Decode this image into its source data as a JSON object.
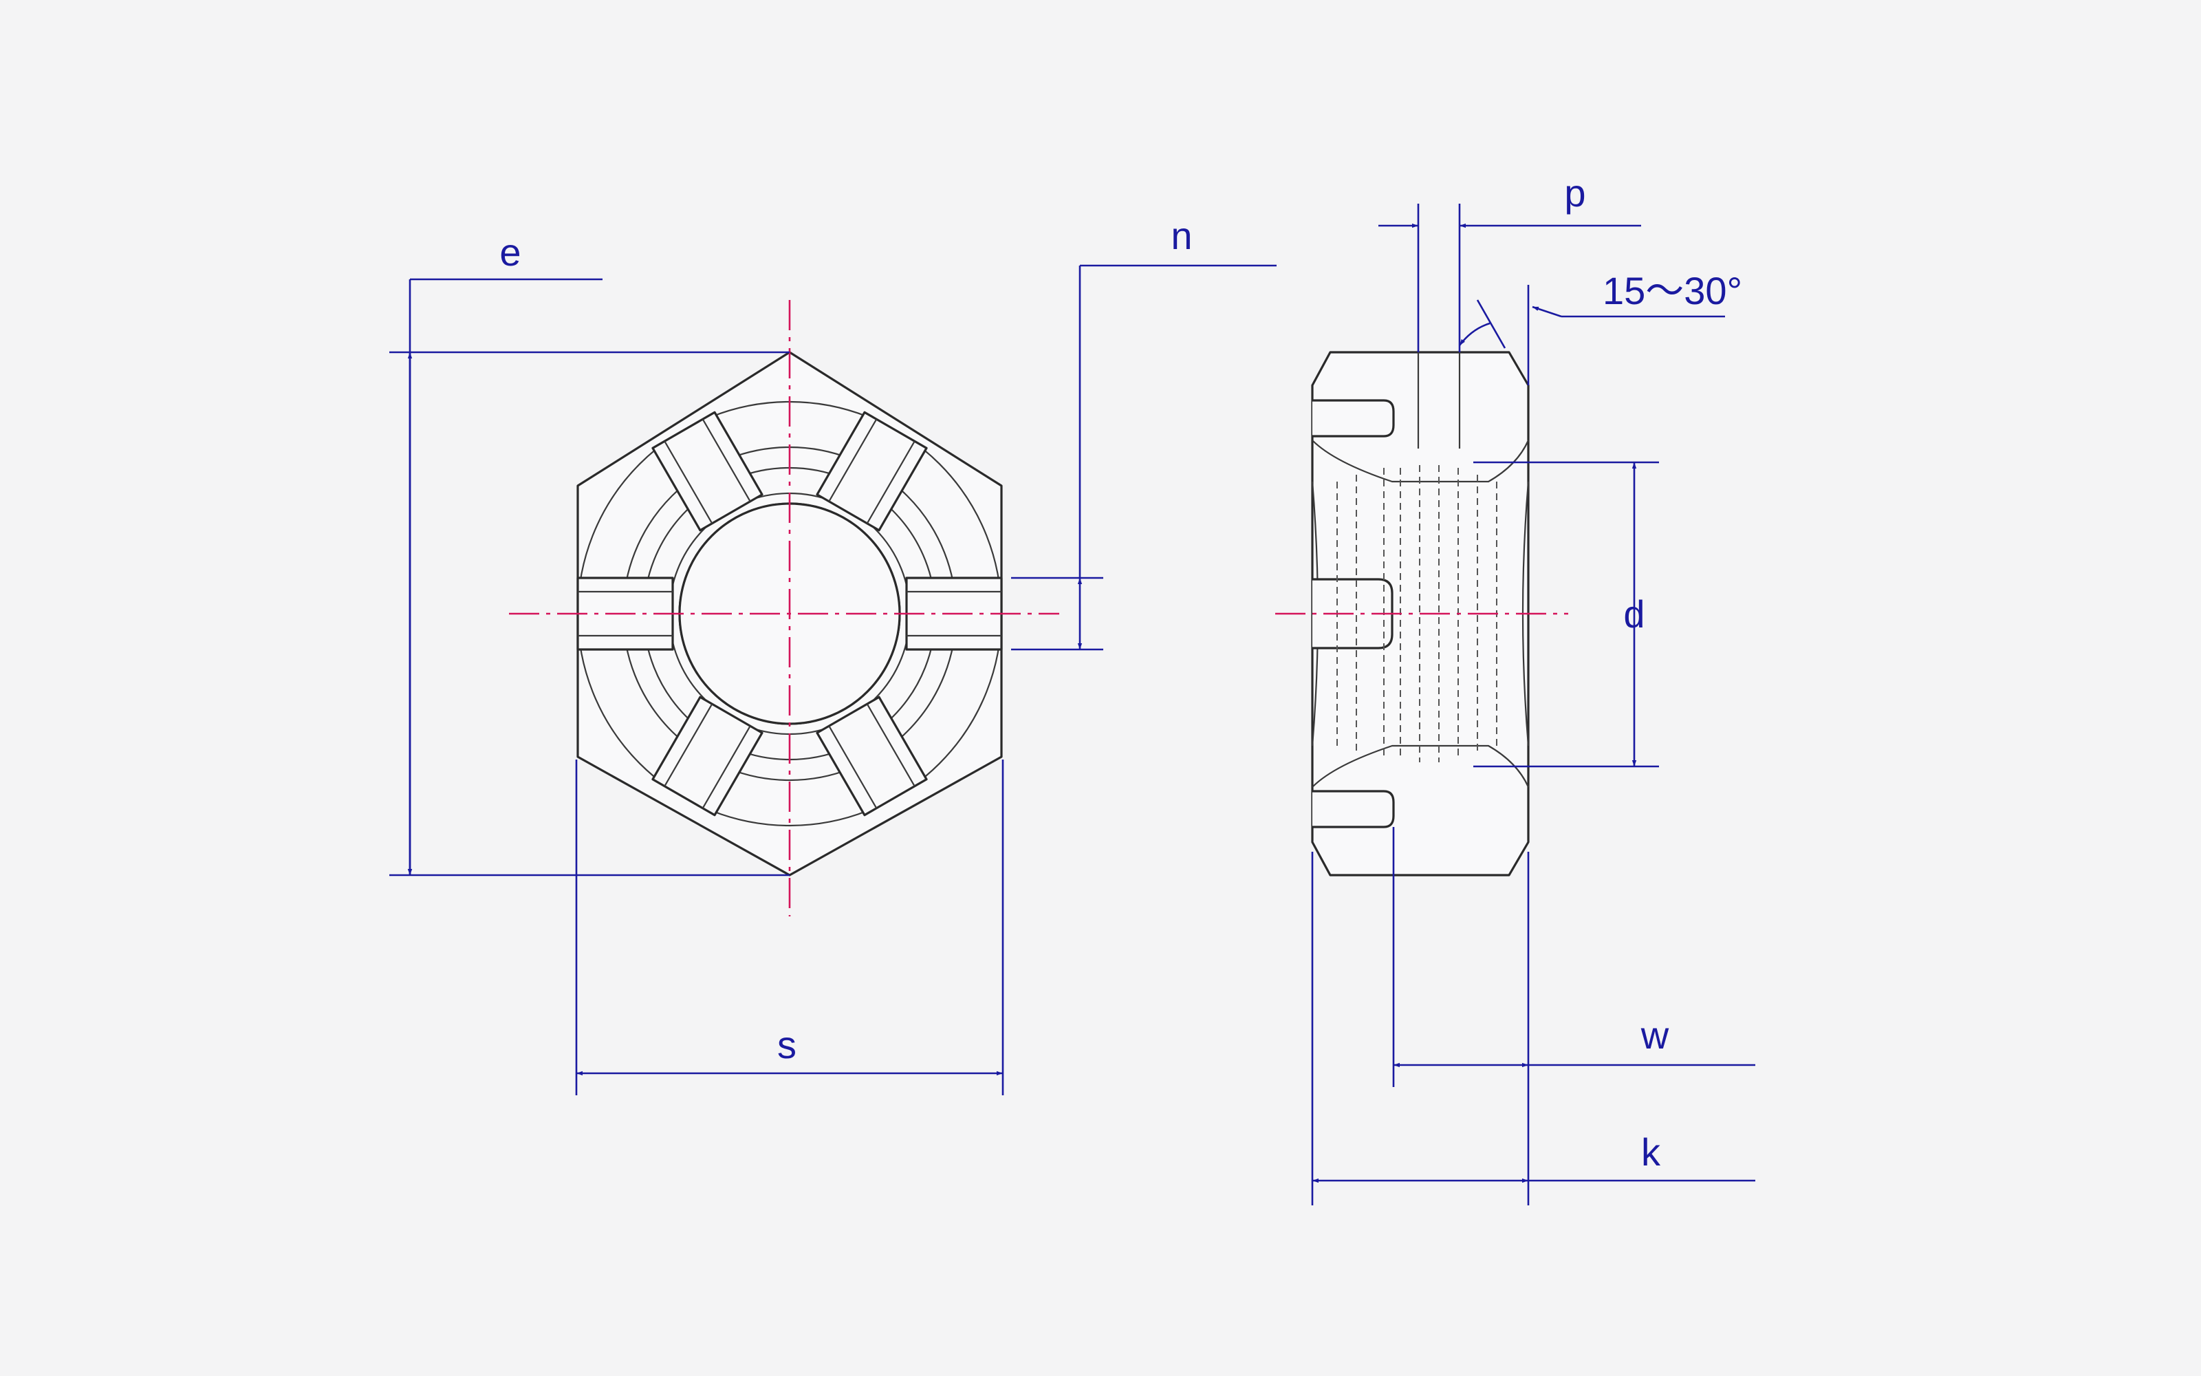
{
  "diagram": {
    "labels": {
      "e": "e",
      "s": "s",
      "n": "n",
      "p": "p",
      "angle": "15～30°",
      "d": "d",
      "w": "w",
      "k": "k"
    },
    "colors": {
      "dimension": "#1a1aa0",
      "centerline": "#d4145a",
      "outline": "#2a2a2a",
      "background": "#f4f4f5"
    }
  }
}
